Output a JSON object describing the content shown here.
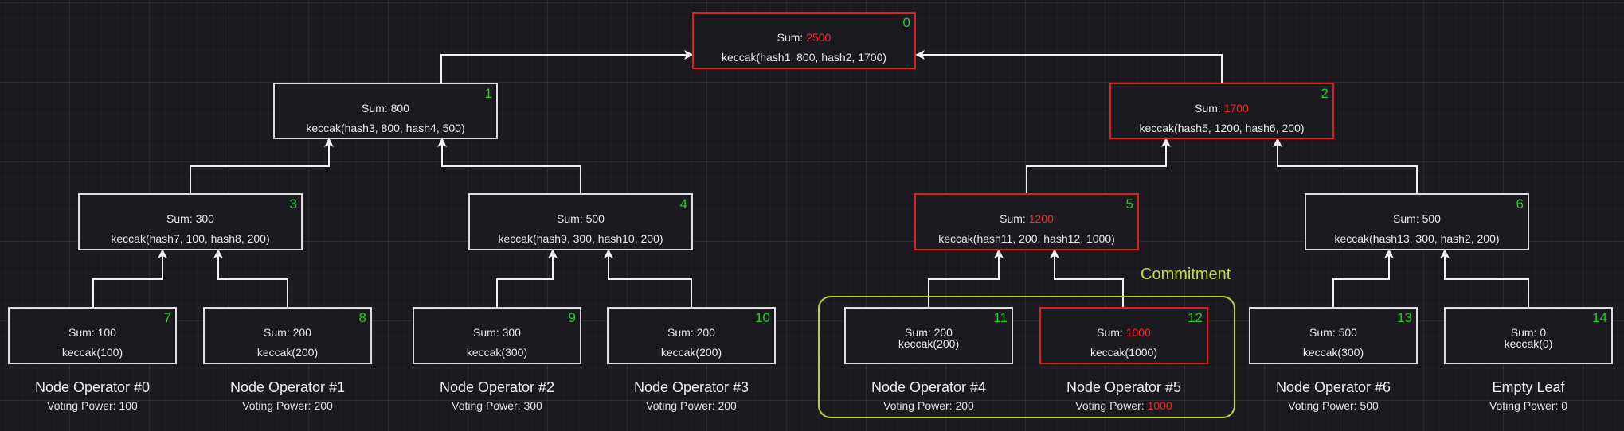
{
  "sum_prefix": "Sum: ",
  "nodes": [
    {
      "id": "0",
      "sum": "2500",
      "hash": "keccak(hash1, 800, hash2, 1700)",
      "highlight": true
    },
    {
      "id": "1",
      "sum": "800",
      "hash": "keccak(hash3, 800, hash4, 500)",
      "highlight": false
    },
    {
      "id": "2",
      "sum": "1700",
      "hash": "keccak(hash5, 1200, hash6, 200)",
      "highlight": true
    },
    {
      "id": "3",
      "sum": "300",
      "hash": "keccak(hash7, 100, hash8, 200)",
      "highlight": false
    },
    {
      "id": "4",
      "sum": "500",
      "hash": "keccak(hash9, 300, hash10, 200)",
      "highlight": false
    },
    {
      "id": "5",
      "sum": "1200",
      "hash": "keccak(hash11, 200, hash12, 1000)",
      "highlight": true
    },
    {
      "id": "6",
      "sum": "500",
      "hash": "keccak(hash13, 300, hash2, 200)",
      "highlight": false
    },
    {
      "id": "7",
      "sum": "100",
      "hash": "keccak(100)",
      "highlight": false
    },
    {
      "id": "8",
      "sum": "200",
      "hash": "keccak(200)",
      "highlight": false
    },
    {
      "id": "9",
      "sum": "300",
      "hash": "keccak(300)",
      "highlight": false
    },
    {
      "id": "10",
      "sum": "200",
      "hash": "keccak(200)",
      "highlight": false
    },
    {
      "id": "11",
      "sum": "200",
      "hash": "keccak(200)",
      "highlight": false
    },
    {
      "id": "12",
      "sum": "1000",
      "hash": "keccak(1000)",
      "highlight": true
    },
    {
      "id": "13",
      "sum": "500",
      "hash": "keccak(300)",
      "highlight": false
    },
    {
      "id": "14",
      "sum": "0",
      "hash": "keccak(0)",
      "highlight": false
    }
  ],
  "leaves": [
    {
      "name": "Node Operator #0",
      "vp_label": "Voting Power: ",
      "vp": "100",
      "vp_highlight": false
    },
    {
      "name": "Node Operator #1",
      "vp_label": "Voting Power: ",
      "vp": "200",
      "vp_highlight": false
    },
    {
      "name": "Node Operator #2",
      "vp_label": "Voting Power: ",
      "vp": "300",
      "vp_highlight": false
    },
    {
      "name": "Node Operator #3",
      "vp_label": "Voting Power: ",
      "vp": "200",
      "vp_highlight": false
    },
    {
      "name": "Node Operator #4",
      "vp_label": "Voting Power: ",
      "vp": "200",
      "vp_highlight": false
    },
    {
      "name": "Node Operator #5",
      "vp_label": "Voting Power: ",
      "vp": "1000",
      "vp_highlight": true
    },
    {
      "name": "Node Operator #6",
      "vp_label": "Voting Power: ",
      "vp": "500",
      "vp_highlight": false
    },
    {
      "name": "Empty Leaf",
      "vp_label": "Voting Power: ",
      "vp": "0",
      "vp_highlight": false
    }
  ],
  "commitment_label": "Commitment",
  "colors": {
    "background": "#1b1a20",
    "node_border": "#dcdcdc",
    "highlight": "#e31b1b",
    "index_label": "#1ed31e",
    "commitment": "#b7d53a"
  }
}
